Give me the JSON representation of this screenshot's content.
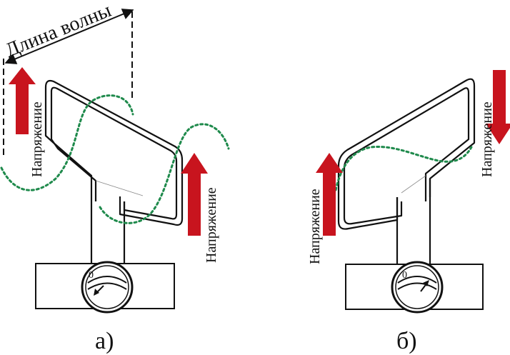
{
  "wavelength_label": "Длина волны",
  "voltage_label": "Напряжение",
  "dial_label": "0",
  "panels": [
    {
      "caption": "а)"
    },
    {
      "caption": "б)"
    }
  ],
  "colors": {
    "arrow": "#c8141e",
    "wave": "#1f8a4c",
    "line": "#111111"
  }
}
